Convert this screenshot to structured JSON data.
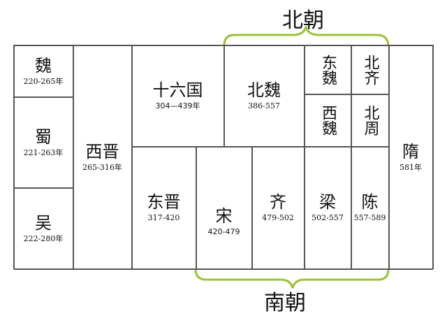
{
  "title_top": "北朝",
  "title_bottom": "南朝",
  "brace_color": "#9bc232",
  "cells": {
    "wei": {
      "name": "魏",
      "years": "220-265年"
    },
    "shu": {
      "name": "蜀",
      "years": "221-263年"
    },
    "wu": {
      "name": "吴",
      "years": "222-280年"
    },
    "western_jin": {
      "name": "西晋",
      "years": "265-316年"
    },
    "sixteen_kingdoms": {
      "name": "十六国",
      "years": "304—439年"
    },
    "northern_wei": {
      "name": "北魏",
      "years": "386-557"
    },
    "eastern_wei": {
      "name": "东魏"
    },
    "northern_qi": {
      "name": "北齐"
    },
    "western_wei": {
      "name": "西魏"
    },
    "northern_zhou": {
      "name": "北周"
    },
    "eastern_jin": {
      "name": "东晋",
      "years": "317-420"
    },
    "song": {
      "name": "宋",
      "years": "420-479"
    },
    "qi": {
      "name": "齐",
      "years": "479-502"
    },
    "liang": {
      "name": "梁",
      "years": "502-557"
    },
    "chen": {
      "name": "陈",
      "years": "557-589"
    },
    "sui": {
      "name": "隋",
      "years": "581年"
    }
  }
}
